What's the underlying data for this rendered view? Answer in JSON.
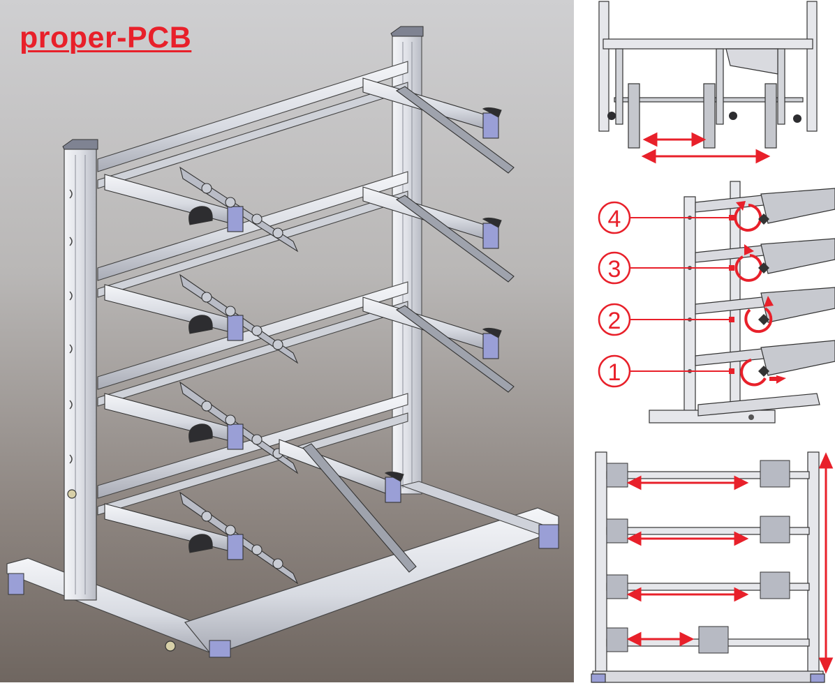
{
  "brand": {
    "title": "proper-PCB"
  },
  "rotation_view": {
    "levels": [
      {
        "label": "4"
      },
      {
        "label": "3"
      },
      {
        "label": "2"
      },
      {
        "label": "1"
      }
    ]
  },
  "colors": {
    "annotation_red": "#e8202a",
    "frame_aluminum": "#dfe1e7",
    "end_cap": "#9a9fd6",
    "knob": "#2d2d30"
  }
}
